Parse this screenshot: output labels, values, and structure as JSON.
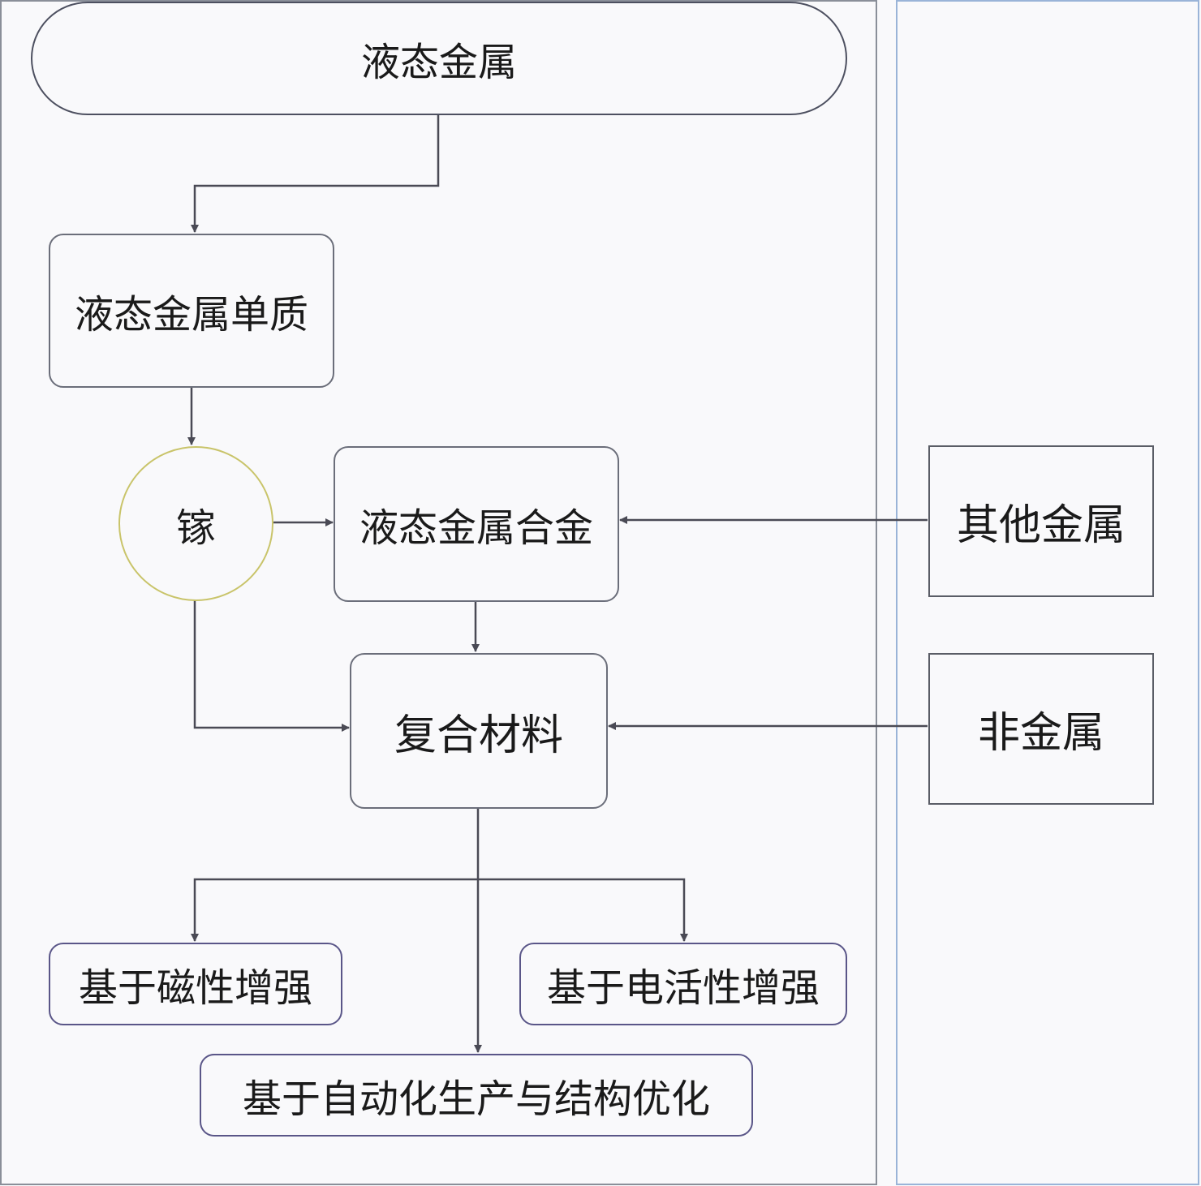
{
  "nodes": {
    "liquid_metal": "液态金属",
    "liquid_metal_elemental": "液态金属单质",
    "gallium": "镓",
    "liquid_metal_alloy": "液态金属合金",
    "composite_material": "复合材料",
    "other_metals": "其他金属",
    "non_metal": "非金属",
    "magnetic_enhancement": "基于磁性增强",
    "electroactive_enhancement": "基于电活性增强",
    "automation_structure_optimization": "基于自动化生产与结构优化"
  },
  "colors": {
    "connector": "#4a4a55",
    "node_border": "#6b6e7a",
    "circle_border": "#c9c46a",
    "purple_border": "#5a5688",
    "right_panel_border": "#9ab4d8",
    "background": "#f9f9fb"
  }
}
